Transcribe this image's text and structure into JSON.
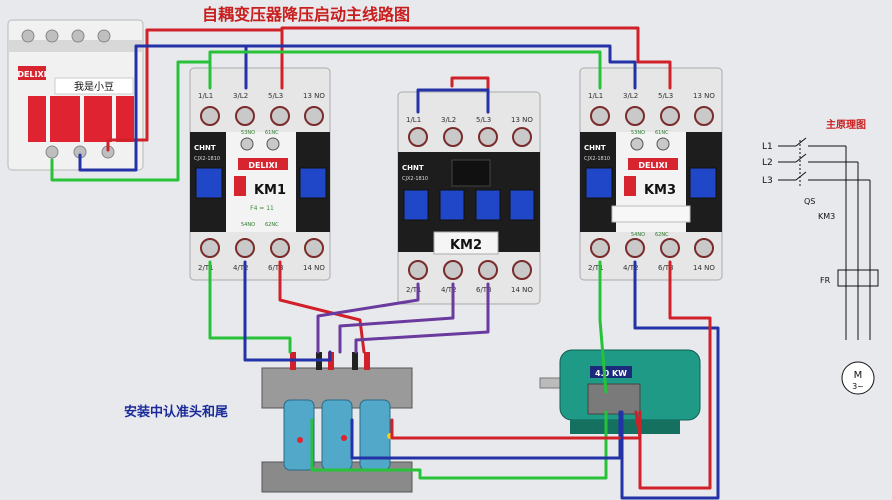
{
  "title": "自耦变压器降压启动主线路图",
  "colors": {
    "red": "#d0212a",
    "blue": "#2432a8",
    "green": "#28c23a",
    "purple": "#6a3a9e",
    "title": "#c81e1e",
    "subtitle": "#1a2a9a",
    "motor": "#1f9a86"
  },
  "breaker": {
    "brand": "DELIXI",
    "label": "我是小豆"
  },
  "contactors": [
    {
      "id": "km1",
      "name": "KM1",
      "brand": "CHNT",
      "model": "CJX2-1810",
      "badge": "DELIXI",
      "top_terminals": [
        "1/L1",
        "3/L2",
        "5/L3",
        "13 NO"
      ],
      "bottom_terminals": [
        "2/T1",
        "4/T2",
        "6/T3",
        "14 NO"
      ],
      "aux_top": [
        "53NO",
        "61NC"
      ],
      "aux_bottom": [
        "54NO",
        "62NC"
      ],
      "rating": "F4 = 11"
    },
    {
      "id": "km2",
      "name": "KM2",
      "brand": "CHNT",
      "model": "CJX2-1810",
      "top_terminals": [
        "1/L1",
        "3/L2",
        "5/L3",
        "13 NO"
      ],
      "bottom_terminals": [
        "2/T1",
        "4/T2",
        "6/T3",
        "14 NO"
      ]
    },
    {
      "id": "km3",
      "name": "KM3",
      "brand": "CHNT",
      "model": "CJX2-1810",
      "badge": "DELIXI",
      "top_terminals": [
        "1/L1",
        "3/L2",
        "5/L3",
        "13 NO"
      ],
      "bottom_terminals": [
        "2/T1",
        "4/T2",
        "6/T3",
        "14 NO"
      ],
      "aux_top": [
        "53NO",
        "61NC"
      ],
      "aux_bottom": [
        "54NO",
        "62NC"
      ]
    }
  ],
  "transformer_note": "安装中认准头和尾",
  "motor": {
    "power": "4.0 KW"
  },
  "schematic": {
    "title": "主原理图",
    "lines": [
      "L1",
      "L2",
      "L3"
    ],
    "switch": "QS",
    "contactor": "KM3",
    "relay": "FR",
    "motor_label": "M",
    "motor_phase": "3~"
  }
}
